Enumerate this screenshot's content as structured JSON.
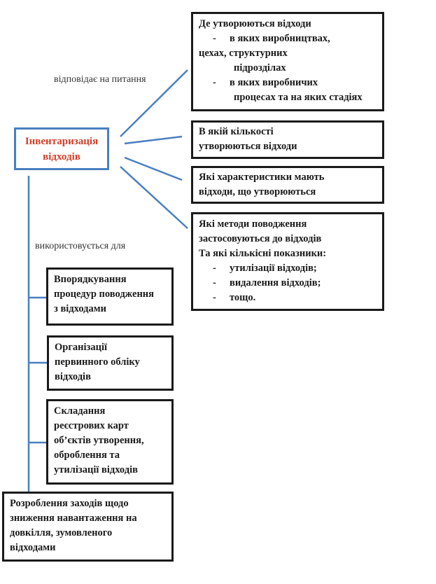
{
  "center": {
    "line1": "Інвентаризація",
    "line2": "відходів"
  },
  "labels": {
    "answers": "відповідає на питання",
    "used_for": "використовується для"
  },
  "questions": [
    {
      "lines": [
        "Де утворюються відходи"
      ],
      "bullets": [
        "в яких виробництвах,"
      ],
      "cont": [
        "цехах, структурних"
      ],
      "ind": [
        "підрозділах"
      ],
      "bullets2": [
        "в яких виробничих"
      ],
      "ind2": [
        "процесах та на яких стадіях"
      ]
    },
    {
      "lines": [
        "В якій кількості",
        "утворюються відходи"
      ]
    },
    {
      "lines": [
        "Які характеристики мають",
        "відходи, що утворюються"
      ]
    },
    {
      "lines": [
        "Які методи поводження",
        "застосовуються до відходів",
        "Та які кількісні показники:"
      ],
      "bullets": [
        "утилізації відходів;",
        "видалення відходів;",
        "тощо."
      ]
    }
  ],
  "uses": [
    {
      "lines": [
        "Впорядкування",
        "процедур поводження",
        "з відходами"
      ]
    },
    {
      "lines": [
        "Організації",
        "первинного обліку",
        "відходів"
      ]
    },
    {
      "lines": [
        "Складання",
        "реєстрових карт",
        "об’єктів утворення,",
        "оброблення та",
        "утилізації відходів"
      ]
    },
    {
      "lines": [
        "Розроблення заходів щодо",
        "зниження навантаження на",
        "довкілля, зумовленого",
        "відходами"
      ]
    }
  ],
  "colors": {
    "connector": "#4a7fc0",
    "title": "#d0402a",
    "border": "#1a1a1a"
  }
}
